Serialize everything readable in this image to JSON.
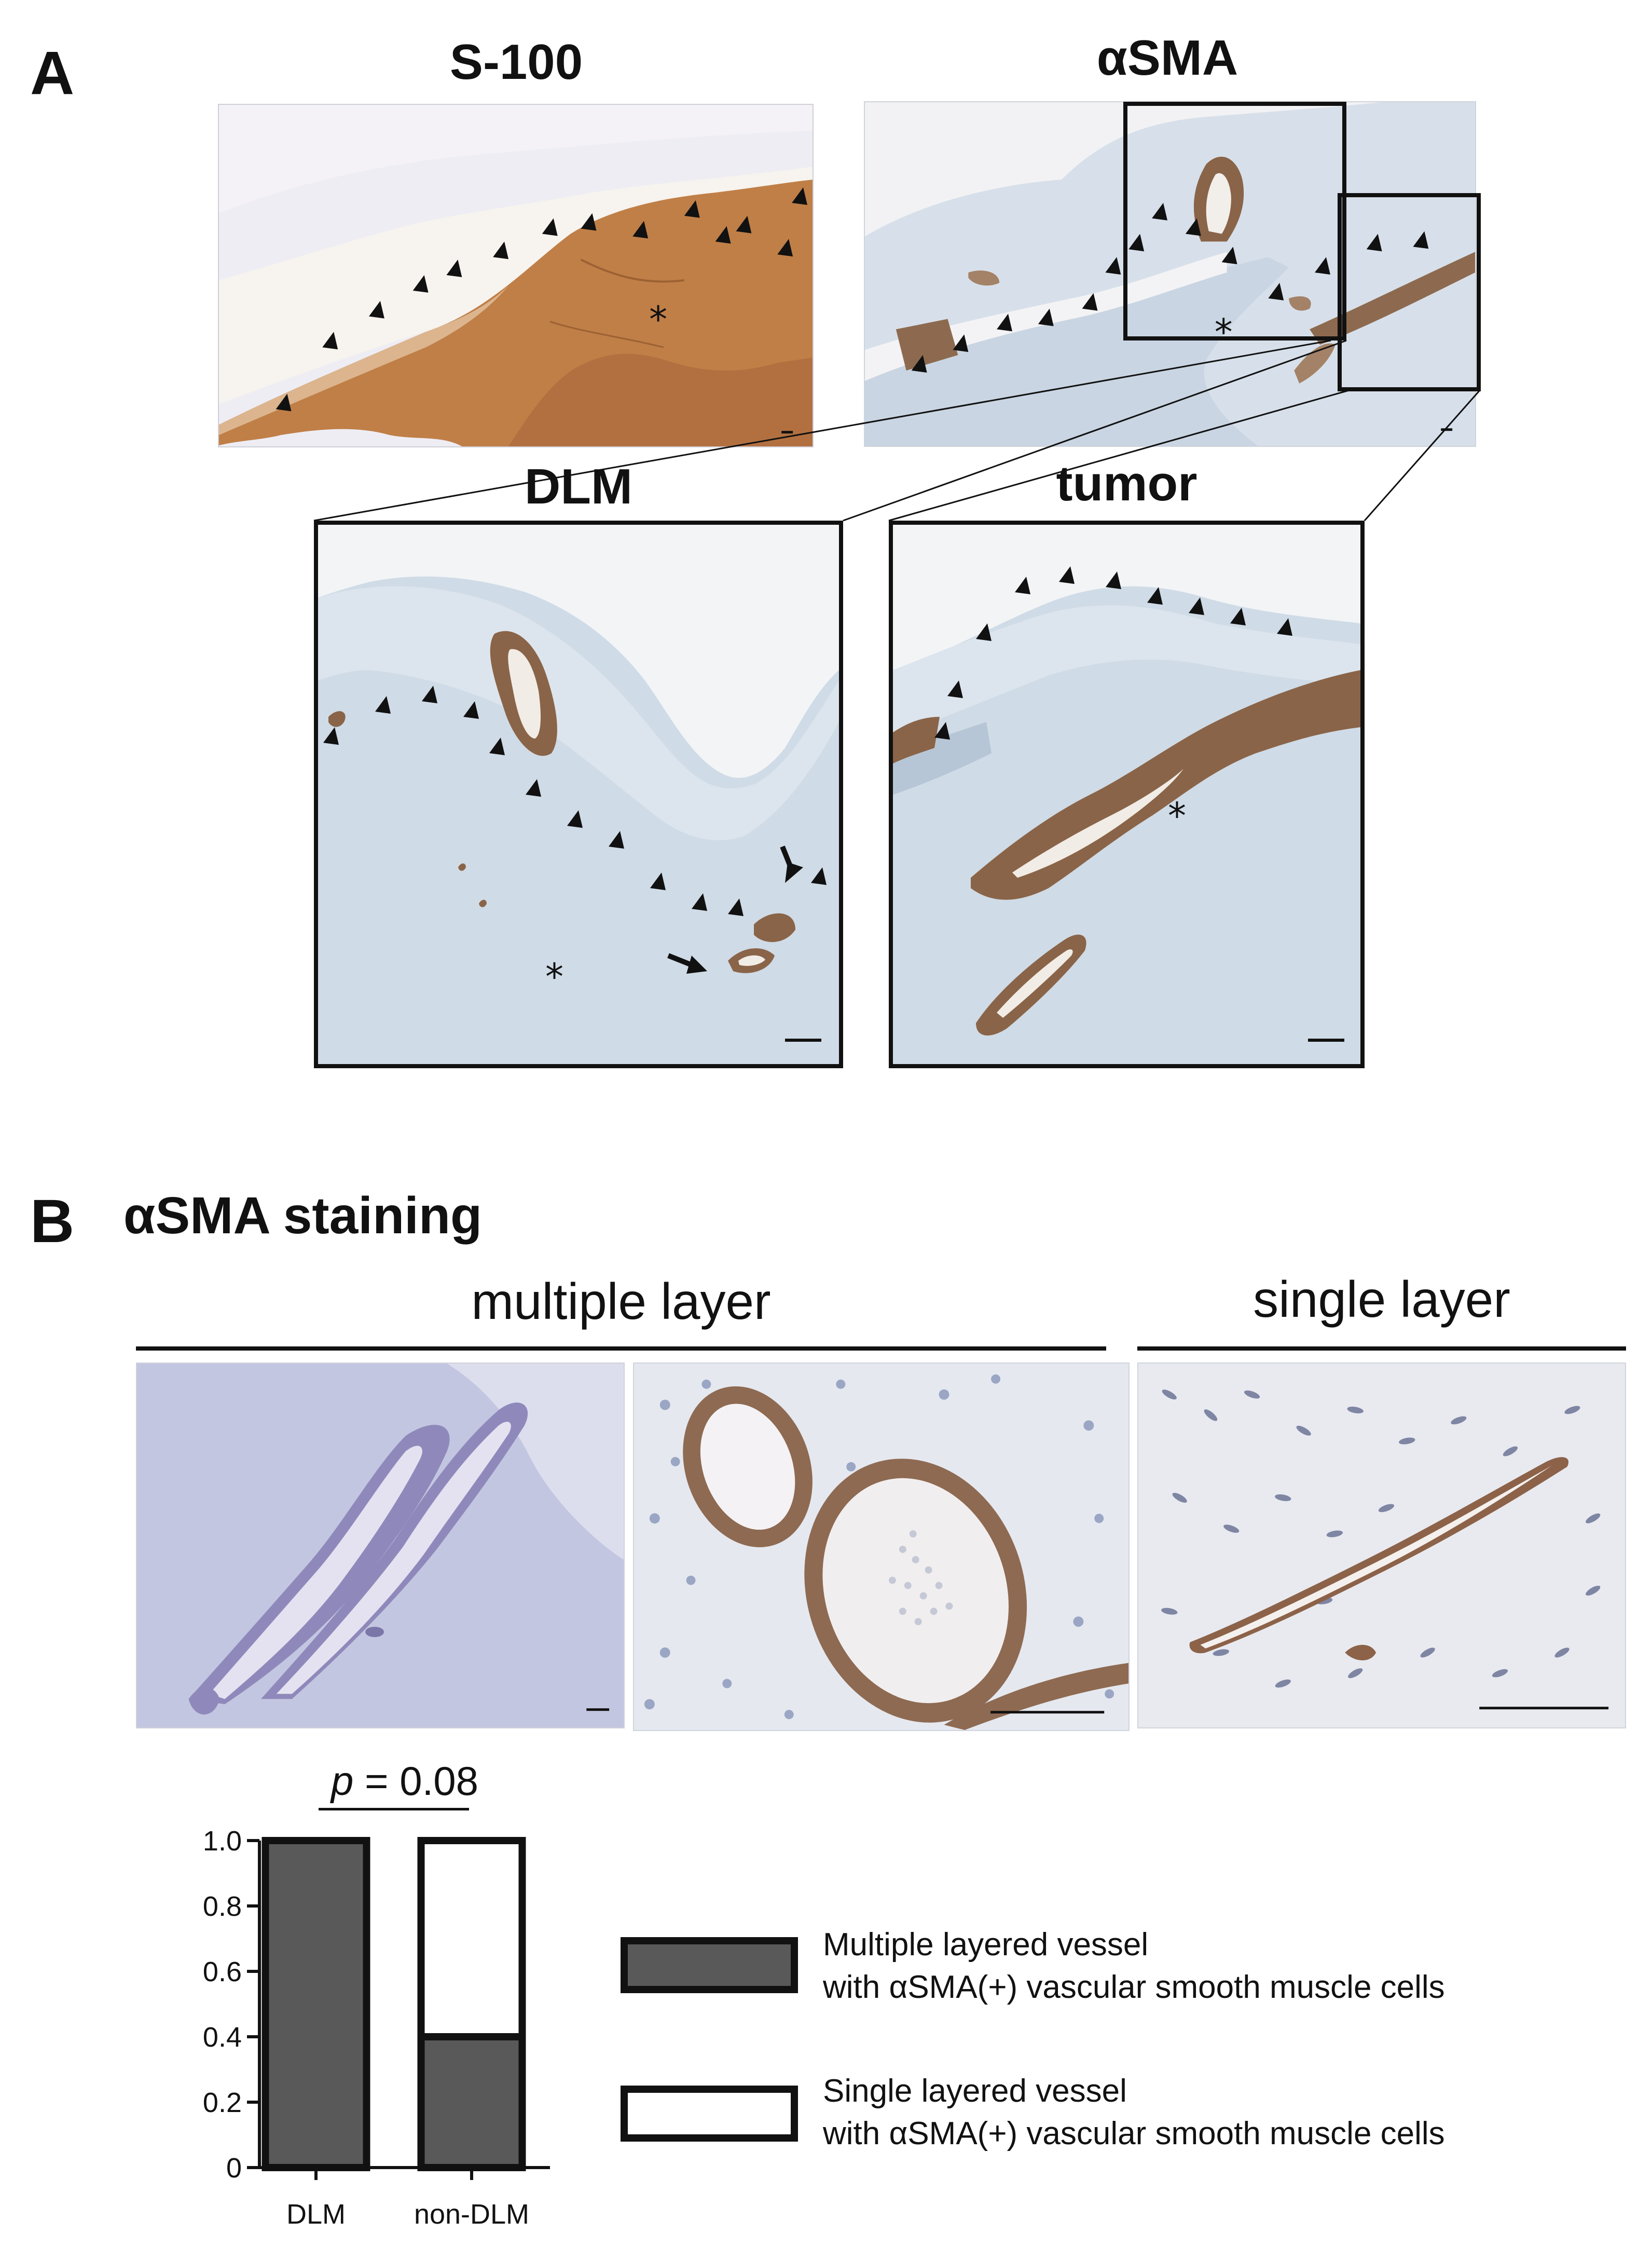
{
  "panel_a": {
    "letter": "A",
    "titles": {
      "s100": "S-100",
      "asma": "αSMA",
      "dlm": "DLM",
      "tumor": "tumor"
    },
    "marks": {
      "asterisk": "*"
    }
  },
  "panel_b": {
    "letter": "B",
    "title": "αSMA staining",
    "group_multiple": "multiple layer",
    "group_single": "single layer",
    "p_italic": "p",
    "p_value": "= 0.08",
    "legend": [
      {
        "line1": "Multiple layered vessel",
        "line2": "with αSMA(+) vascular smooth muscle cells",
        "color": "#595959"
      },
      {
        "line1": "Single layered vessel",
        "line2": "with αSMA(+) vascular smooth muscle cells",
        "color": "#ffffff"
      }
    ]
  },
  "chart_data": {
    "type": "bar",
    "stacked": true,
    "categories": [
      "DLM",
      "non-DLM"
    ],
    "series": [
      {
        "values": [
          1.0,
          0.4
        ],
        "color": "#595959"
      },
      {
        "values": [
          0.0,
          0.6
        ],
        "color": "#ffffff"
      }
    ],
    "yticks": [
      "0",
      "0.2",
      "0.4",
      "0.6",
      "0.8",
      "1.0"
    ],
    "ylim": [
      0,
      1.0
    ]
  }
}
